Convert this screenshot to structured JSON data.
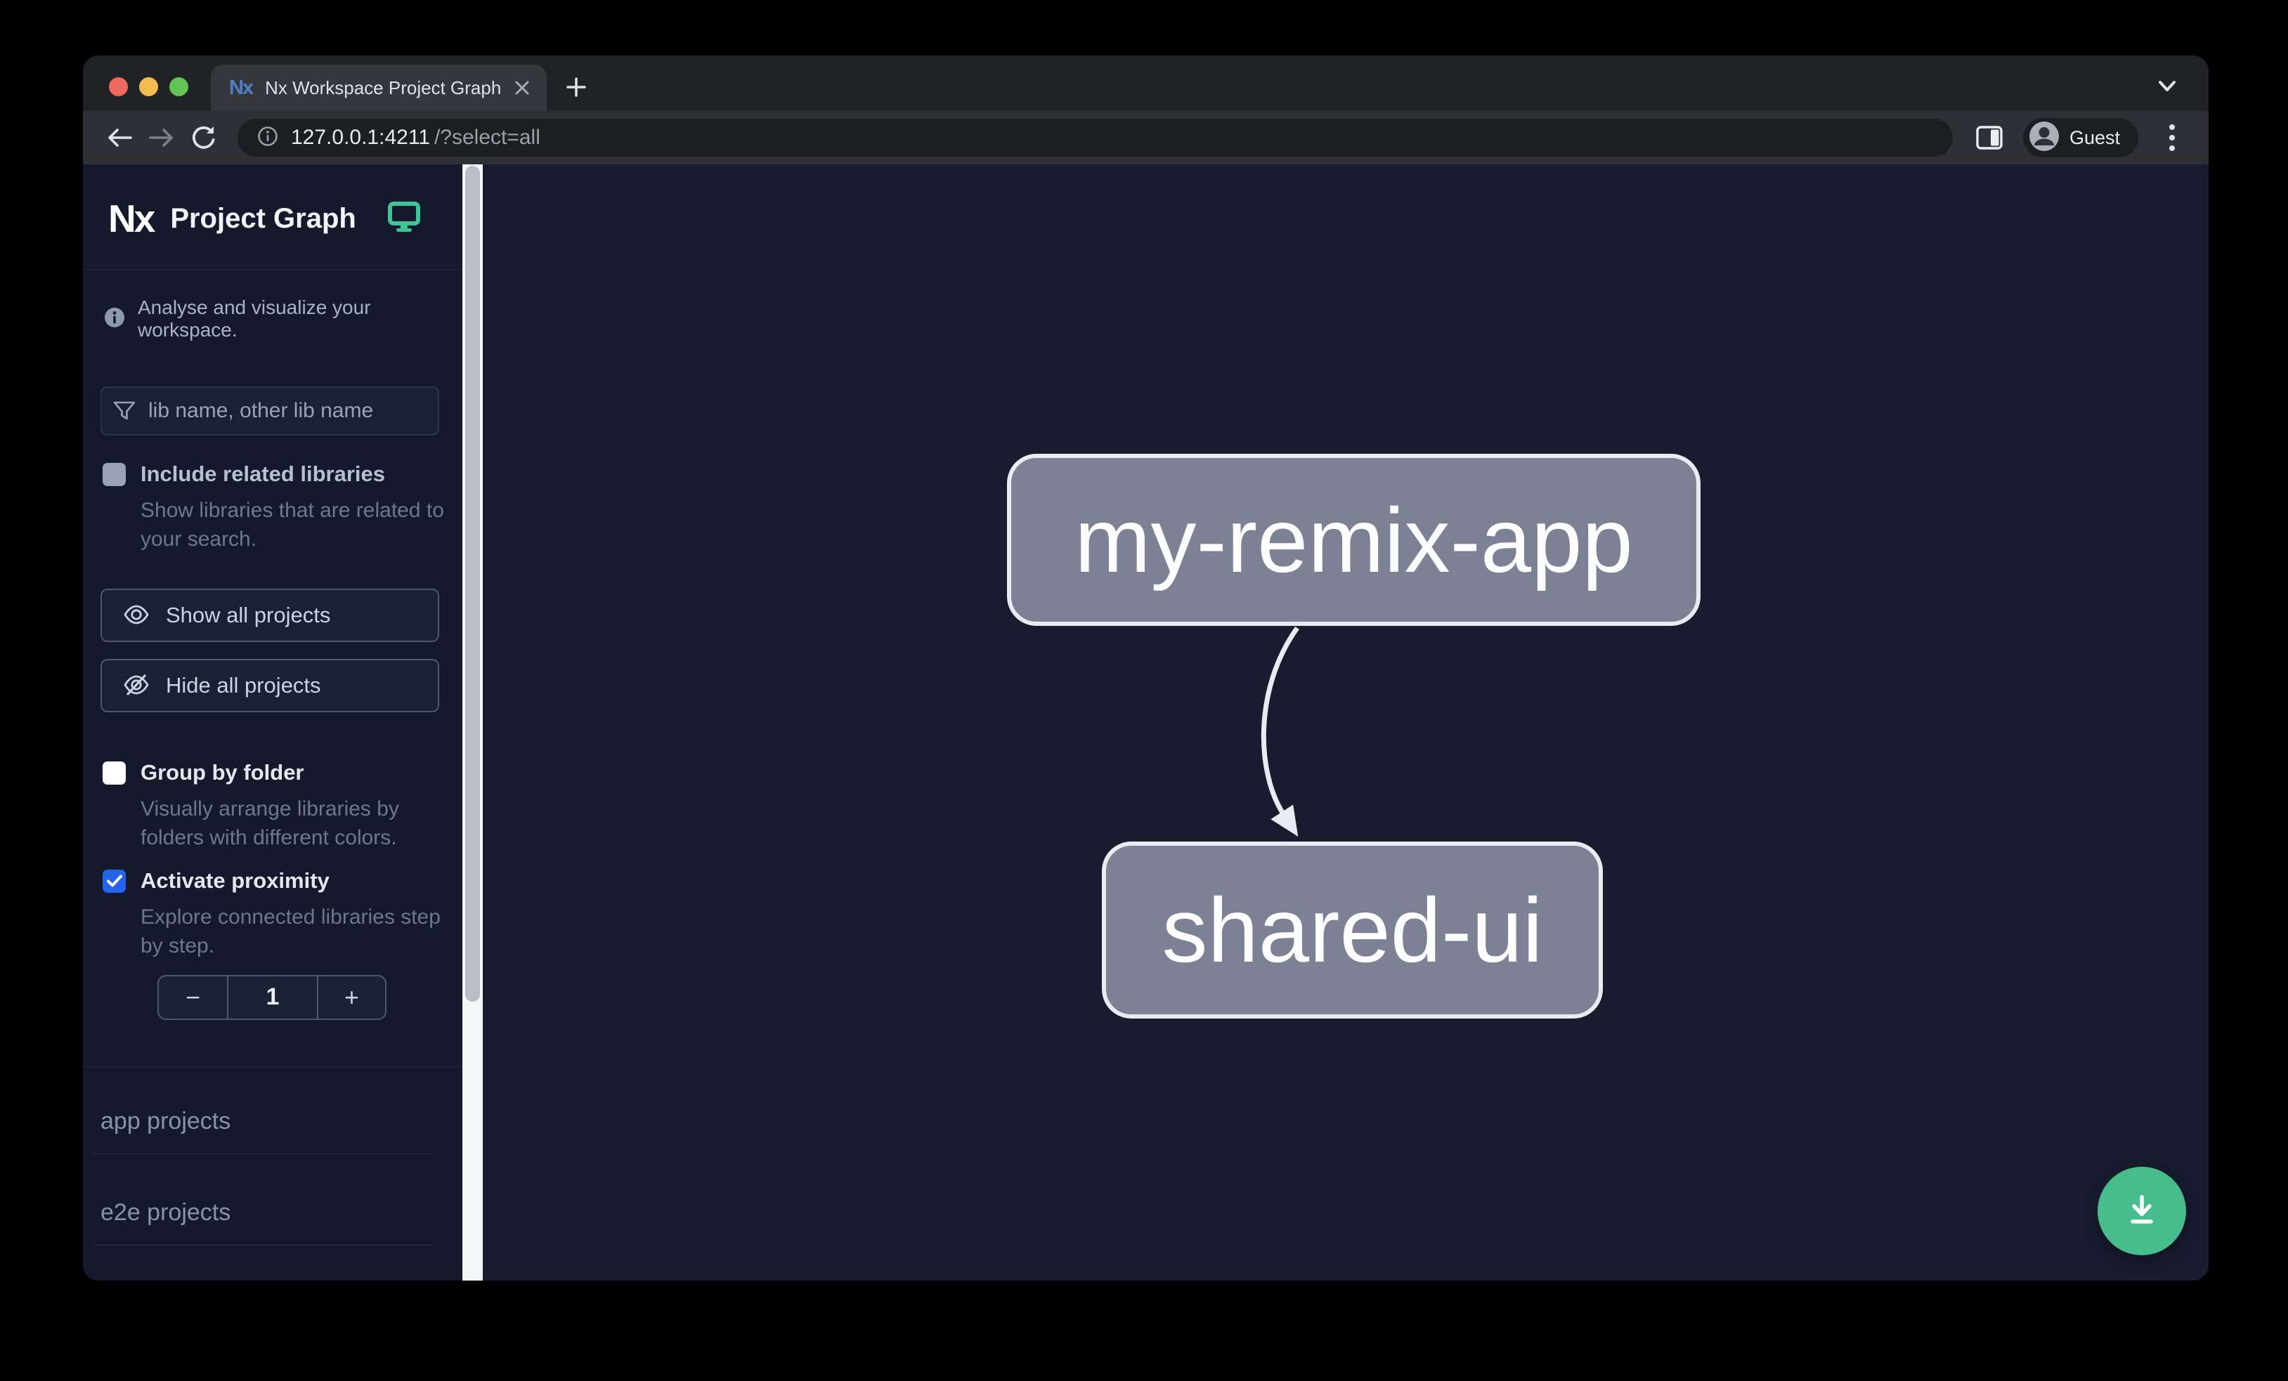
{
  "browser": {
    "tab_title": "Nx Workspace Project Graph",
    "favicon_text": "Nx",
    "url": {
      "host": "127.0.0.1:4211",
      "path": "/?select=all"
    },
    "profile_label": "Guest"
  },
  "sidebar": {
    "logo": "Nx",
    "title": "Project Graph",
    "tagline": "Analyse and visualize your workspace.",
    "search": {
      "placeholder": "lib name, other lib name"
    },
    "options": [
      {
        "label": "Include related libraries",
        "description": "Show libraries that are related to your search.",
        "checked": false,
        "disabled": true
      },
      {
        "label": "Group by folder",
        "description": "Visually arrange libraries by folders with different colors.",
        "checked": false,
        "disabled": false
      },
      {
        "label": "Activate proximity",
        "description": "Explore connected libraries step by step.",
        "checked": true,
        "disabled": false
      }
    ],
    "actions": {
      "show_all": "Show all projects",
      "hide_all": "Hide all projects"
    },
    "proximity_stepper": {
      "decrement": "−",
      "value": "1",
      "increment": "+"
    },
    "sections": [
      "app projects",
      "e2e projects"
    ]
  },
  "graph": {
    "nodes": [
      {
        "label": "my-remix-app"
      },
      {
        "label": "shared-ui"
      }
    ],
    "edges": [
      {
        "source": "my-remix-app",
        "target": "shared-ui",
        "direction": "down"
      }
    ]
  },
  "colors": {
    "accent_teal": "#46bd8b",
    "accent_blue": "#2563eb",
    "canvas_bg": "#171c2f",
    "sidebar_bg": "#141a2b",
    "node_fill": "#7c8194",
    "node_border": "#e8ebf2",
    "scrollbar_track": "#f5f6f8",
    "scrollbar_thumb": "#b9bdc4"
  }
}
